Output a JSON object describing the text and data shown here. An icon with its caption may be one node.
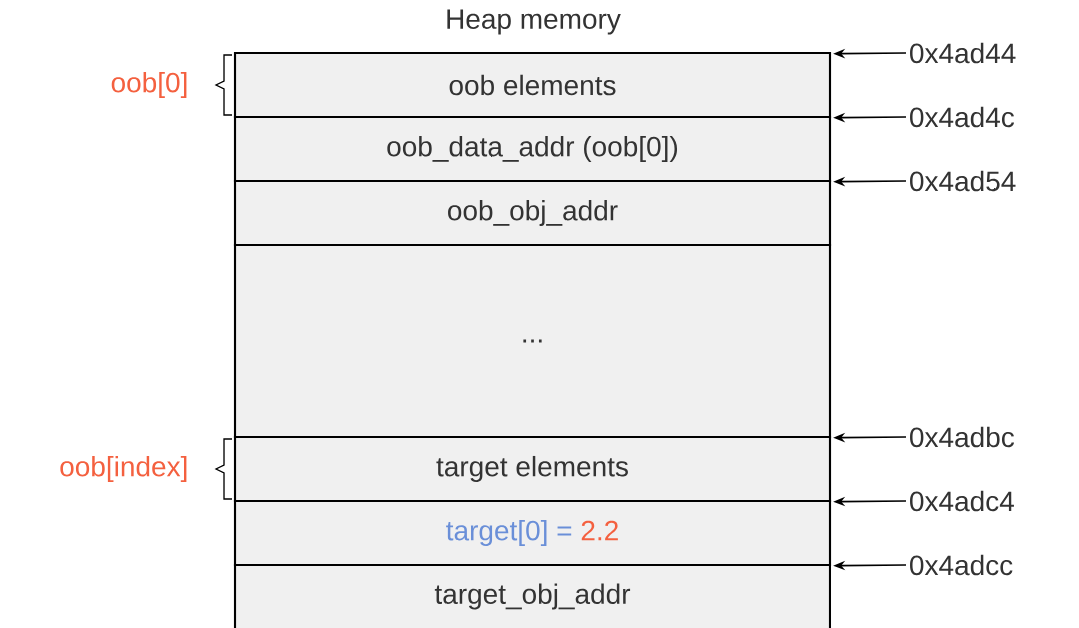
{
  "diagram": {
    "title": "Heap memory",
    "nodes": [
      {
        "text": [
          "oob elements"
        ]
      },
      {
        "text": [
          "oob_data_addr (oob[0])"
        ]
      },
      {
        "text": [
          "oob_obj_addr"
        ]
      },
      {
        "text": [
          "..."
        ]
      },
      {
        "text": [
          "target elements"
        ]
      },
      {
        "text": [
          "target[0] =",
          "2.2"
        ]
      },
      {
        "text": [
          "target_obj_addr"
        ]
      },
      {
        "text": [
          "0x4ad44"
        ]
      },
      {
        "text": [
          "0x4ad4c"
        ]
      },
      {
        "text": [
          "0x4ad54"
        ]
      },
      {
        "text": [
          "0x4adbc"
        ]
      },
      {
        "text": [
          "0x4adc4"
        ]
      },
      {
        "text": [
          "0x4adcc"
        ]
      }
    ],
    "edges": [
      {
        "from": 7,
        "to": 0,
        "arrow": "to"
      },
      {
        "from": 8,
        "to": 1,
        "arrow": "to"
      },
      {
        "from": 9,
        "to": 2,
        "arrow": "to"
      },
      {
        "from": 10,
        "to": 4,
        "arrow": "to"
      },
      {
        "from": 11,
        "to": 5,
        "arrow": "to"
      },
      {
        "from": 12,
        "to": 6,
        "arrow": "to"
      }
    ],
    "labels": [
      "oob[0]",
      "oob[index]"
    ]
  }
}
